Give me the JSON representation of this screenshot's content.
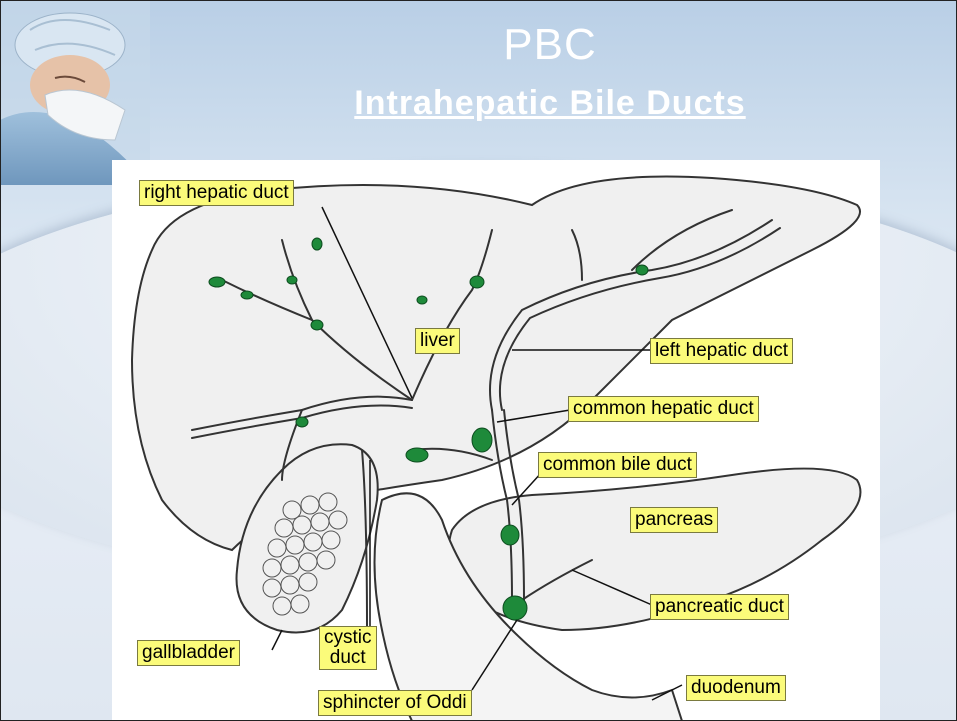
{
  "slide": {
    "title": "PBC",
    "subtitle": "Intrahepatic Bile Ducts"
  },
  "diagram": {
    "labels": {
      "right_hepatic_duct": "right hepatic duct",
      "liver": "liver",
      "left_hepatic_duct": "left hepatic duct",
      "common_hepatic_duct": "common hepatic duct",
      "common_bile_duct": "common bile duct",
      "pancreas": "pancreas",
      "pancreatic_duct": "pancreatic duct",
      "gallbladder": "gallbladder",
      "cystic_duct_line1": "cystic",
      "cystic_duct_line2": "duct",
      "sphincter_of_oddi": "sphincter of Oddi",
      "duodenum": "duodenum"
    },
    "colors": {
      "label_fill": "#fbfb7a",
      "stone_green": "#1e8a3a",
      "organ_fill": "#f0f0f0",
      "outline": "#333333"
    }
  },
  "decor": {
    "photo": "surgeon-photo"
  }
}
